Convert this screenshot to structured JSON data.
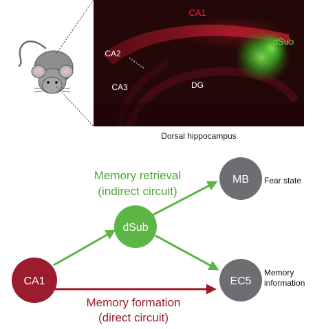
{
  "micrograph": {
    "regions": {
      "ca1": "CA1",
      "dsub": "dSub",
      "ca2": "CA2",
      "ca3": "CA3",
      "dg": "DG"
    },
    "caption": "Dorsal hippocampus",
    "colors": {
      "background": "#240708",
      "ca1_label": "#e8283a",
      "dsub_label": "#6ad84a",
      "region_text": "#ffffff"
    }
  },
  "circuit": {
    "nodes": {
      "ca1": "CA1",
      "dsub": "dSub",
      "mb": "MB",
      "ec5": "EC5"
    },
    "outputs": {
      "mb_line1": "Fear state",
      "ec5_line1": "Memory",
      "ec5_line2": "information"
    },
    "indirect": {
      "line1": "Memory retrieval",
      "line2": "(indirect circuit)"
    },
    "direct": {
      "line1": "Memory formation",
      "line2": "(direct circuit)"
    },
    "colors": {
      "ca1_node": "#9b1c2c",
      "dsub_node": "#5cb544",
      "gray_node": "#6d6e71",
      "green_arrow": "#5cb544",
      "red_arrow": "#9b1c2c",
      "green_text": "#4ea83a",
      "red_text": "#9b1c2c"
    }
  }
}
